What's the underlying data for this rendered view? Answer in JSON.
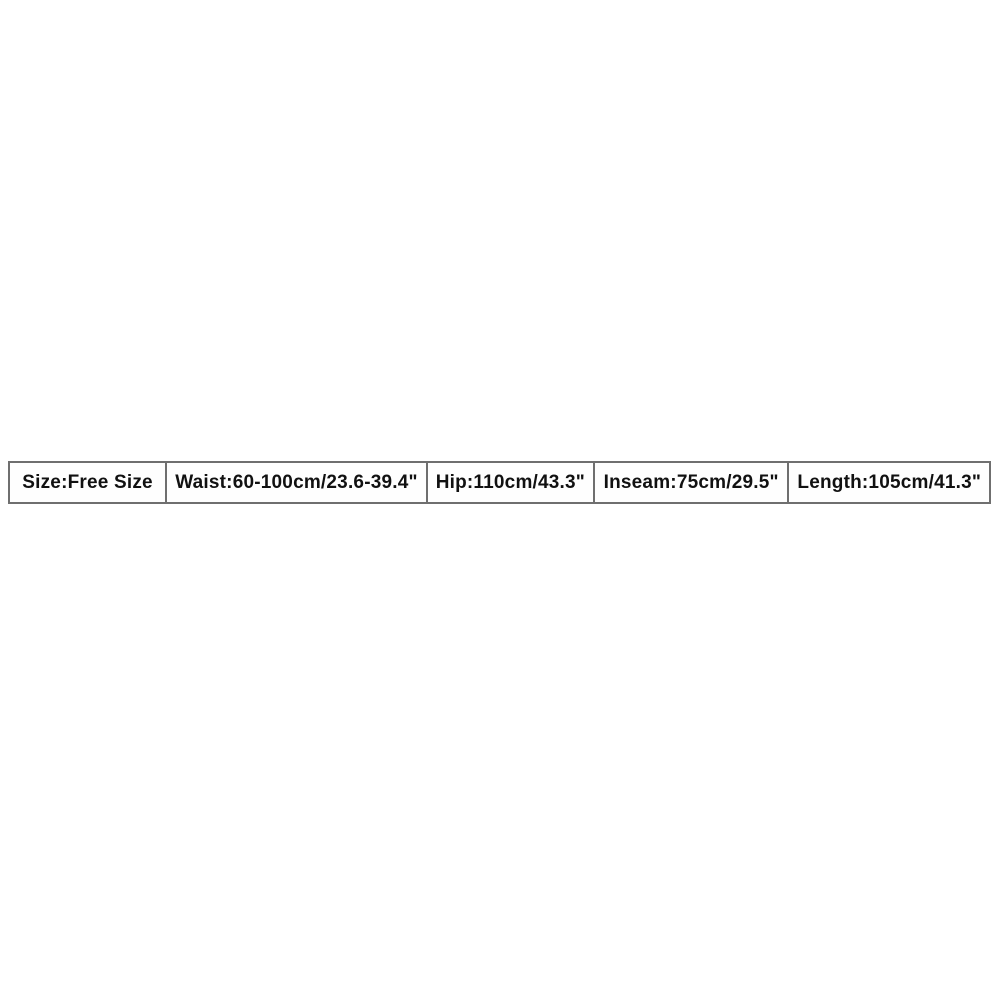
{
  "size_chart": {
    "cells": [
      {
        "text": "Size:Free Size"
      },
      {
        "text": "Waist:60-100cm/23.6-39.4\""
      },
      {
        "text": "Hip:110cm/43.3\""
      },
      {
        "text": "Inseam:75cm/29.5\""
      },
      {
        "text": "Length:105cm/41.3\""
      }
    ],
    "colors": {
      "border": "#6f6f6f",
      "text": "#111111",
      "background": "#ffffff"
    }
  }
}
